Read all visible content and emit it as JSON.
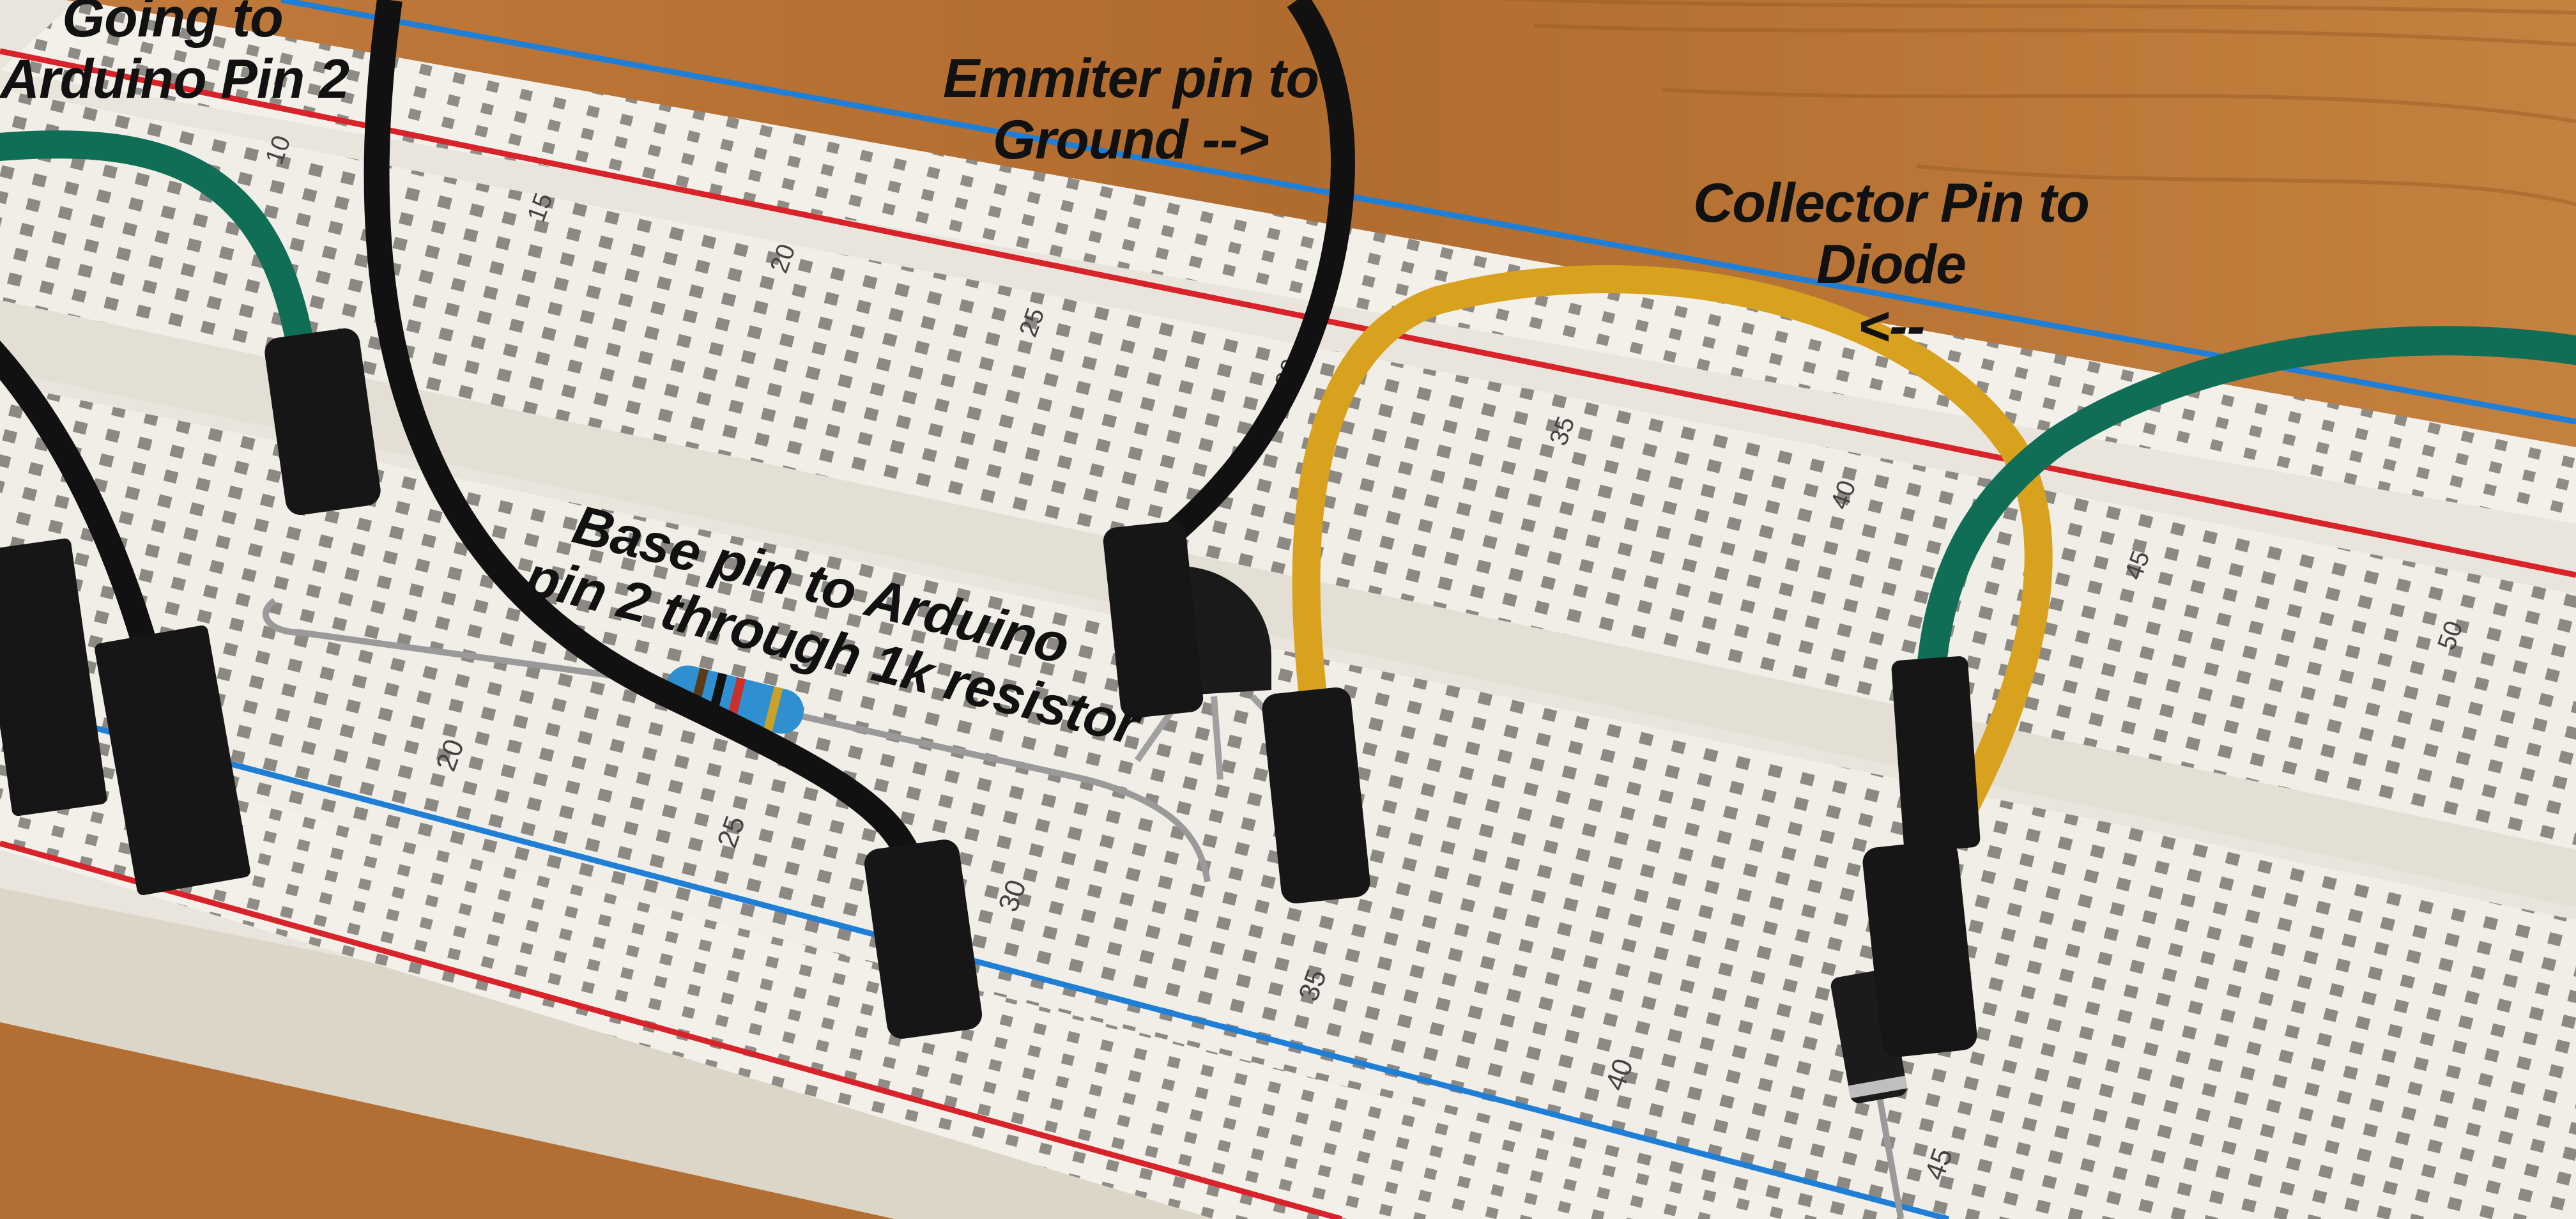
{
  "labels": {
    "going_line1": "Going to",
    "going_line2": "Arduino Pin 2",
    "emitter_line1": "Emmiter pin to",
    "emitter_line2": "Ground -->",
    "collector_line1": "Collector Pin to",
    "collector_line2": "Diode",
    "collector_arrow": "<--",
    "base_line1": "Base pin to Arduino",
    "base_line2": "pin 2 through 1k resistor"
  },
  "board_numbers": {
    "top_row": [
      "10",
      "15",
      "20",
      "25",
      "30",
      "35",
      "40",
      "45",
      "50"
    ],
    "bottom_row": [
      "20",
      "25",
      "30",
      "35",
      "40",
      "45"
    ]
  },
  "colors": {
    "table_wood": "#b9743a",
    "board_white": "#f2efe8",
    "rail_red": "#d8232a",
    "rail_blue": "#1f7fd6",
    "wire_green": "#0f6e55",
    "wire_black": "#111111",
    "wire_yellow": "#d8a21e",
    "resistor_blue": "#2f8fd0"
  }
}
